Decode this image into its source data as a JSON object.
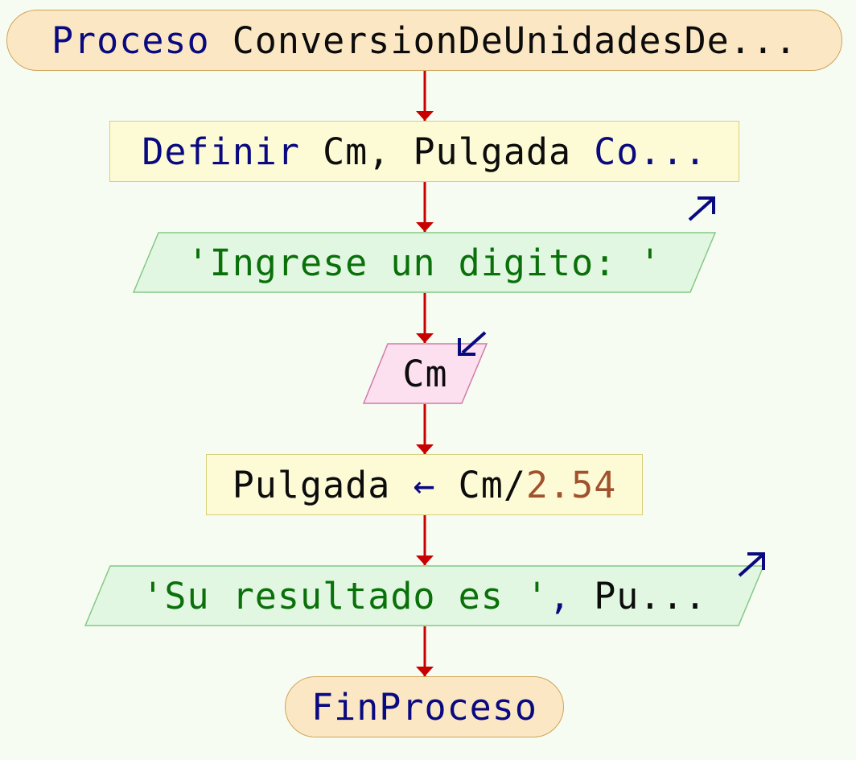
{
  "start": {
    "keyword": "Proceso",
    "name": " ConversionDeUnidadesDe..."
  },
  "define": {
    "keyword": "Definir",
    "vars": " Cm, Pulgada ",
    "keyword2": "Co...",
    "suffix": ""
  },
  "output1": {
    "string": "'Ingrese un digito: '"
  },
  "input1": {
    "var": "Cm"
  },
  "assign": {
    "target": "Pulgada ",
    "arrow": "←",
    "expr": " Cm/",
    "number": "2.54"
  },
  "output2": {
    "string": "'Su resultado es '",
    "comma": ", ",
    "rest": "Pu..."
  },
  "end": {
    "keyword": "FinProceso"
  },
  "colors": {
    "background": "#f7fcf2",
    "keyword": "#0a0a80",
    "string": "#0a700a",
    "number": "#a0522d",
    "arrow": "#c80000",
    "terminal_fill": "#fbe7c4",
    "process_fill": "#fdfbd6",
    "output_fill": "#e2f7e2",
    "input_fill": "#fde0ef"
  }
}
